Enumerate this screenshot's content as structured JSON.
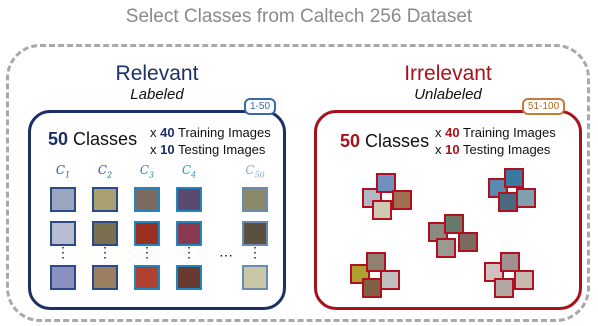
{
  "title": "Select Classes from Caltech 256 Dataset",
  "relevant": {
    "heading": "Relevant",
    "subheading": "Labeled",
    "badge": "1-50",
    "count": "50",
    "classes_word": "Classes",
    "train_prefix": "x",
    "train_count": "40",
    "train_text": "Training Images",
    "test_prefix": "x",
    "test_count": "10",
    "test_text": "Testing Images",
    "class_labels": [
      {
        "base": "C",
        "sub": "1"
      },
      {
        "base": "C",
        "sub": "2"
      },
      {
        "base": "C",
        "sub": "3"
      },
      {
        "base": "C",
        "sub": "4"
      },
      {
        "base": "C",
        "sub": "50"
      }
    ],
    "ellipsis": "⋯",
    "vdots": "⋮"
  },
  "irrelevant": {
    "heading": "Irrelevant",
    "subheading": "Unlabeled",
    "badge": "51-100",
    "count": "50",
    "classes_word": "Classes",
    "train_prefix": "x",
    "train_count": "40",
    "train_text": "Training Images",
    "test_prefix": "x",
    "test_count": "10",
    "test_text": "Testing Images"
  },
  "colors": {
    "relevant": "#1c2f66",
    "irrelevant": "#a8111b",
    "class_label_colors": [
      "#2a5a9e",
      "#2a5a9e",
      "#2a8ab0",
      "#2a9ac0",
      "#8aa8c8"
    ]
  }
}
